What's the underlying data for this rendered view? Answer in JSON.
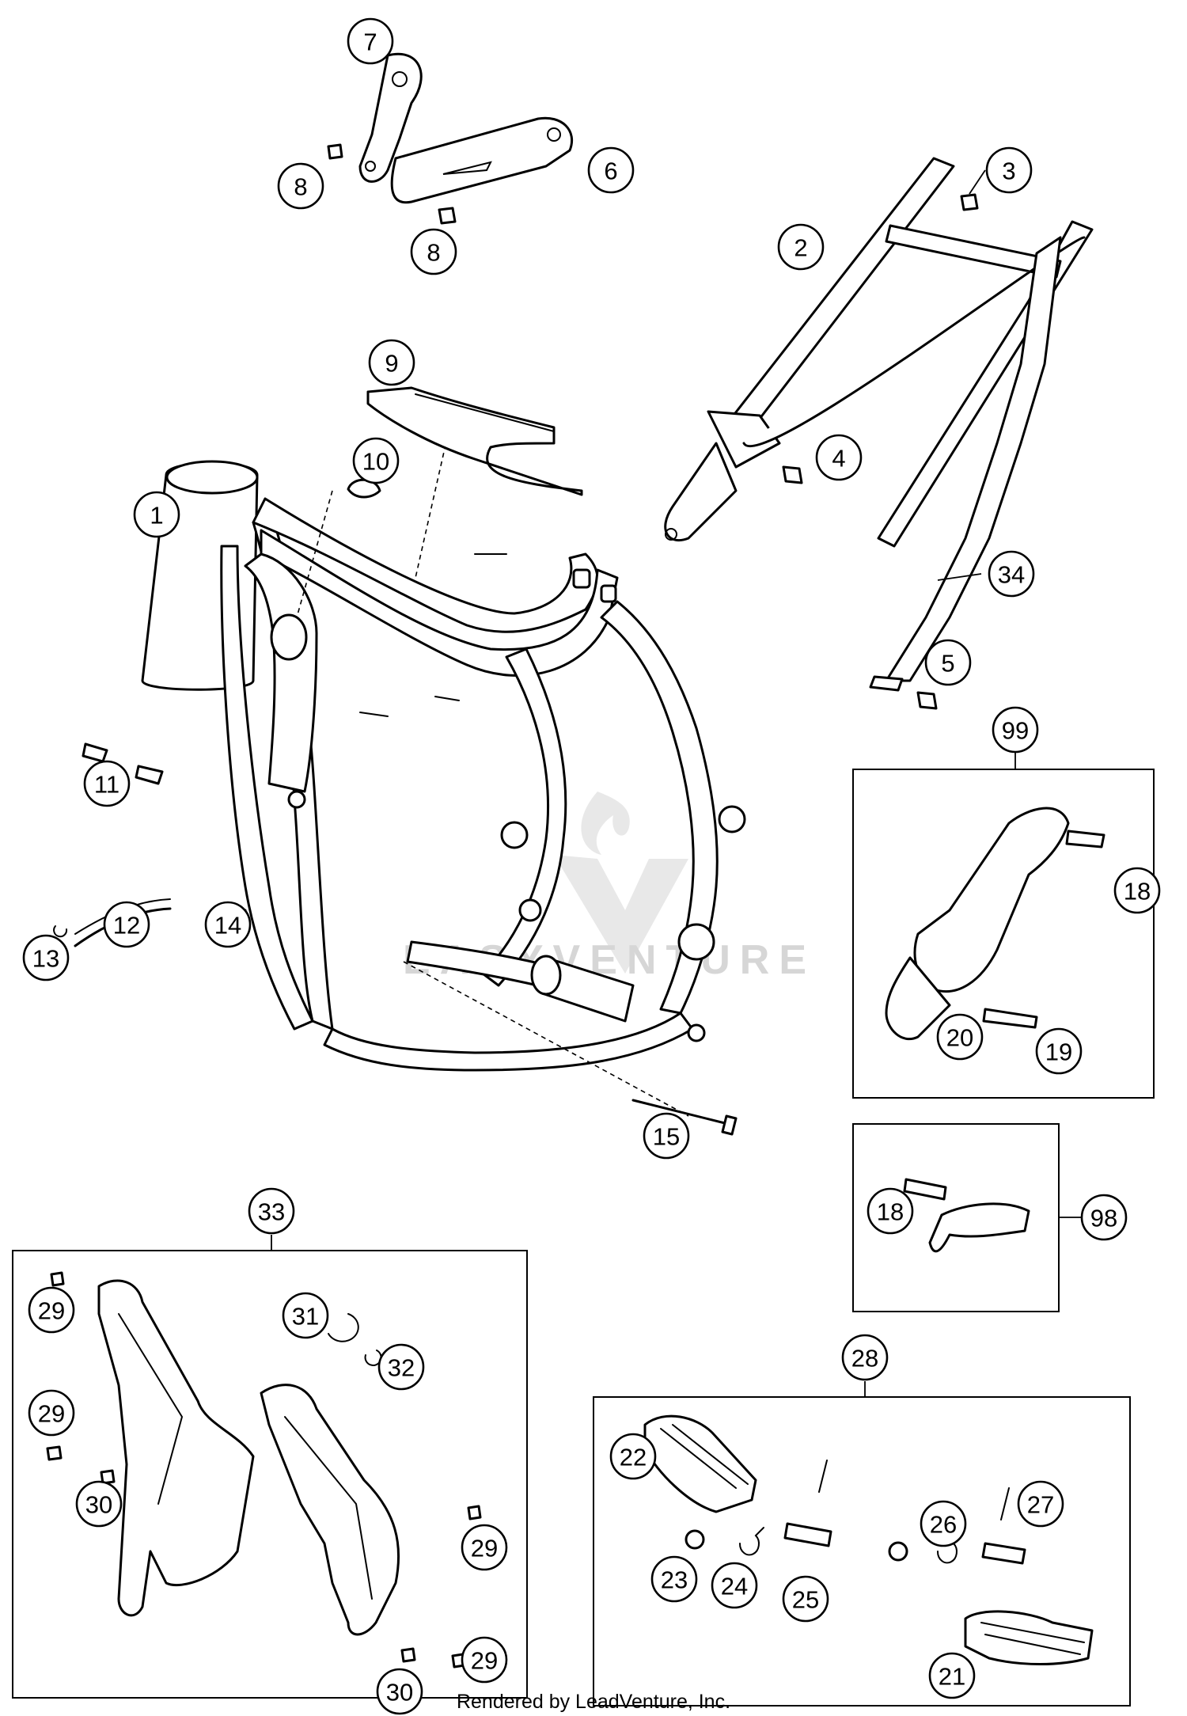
{
  "callouts": [
    {
      "label": "1"
    },
    {
      "label": "2"
    },
    {
      "label": "3"
    },
    {
      "label": "4"
    },
    {
      "label": "5"
    },
    {
      "label": "6"
    },
    {
      "label": "7"
    },
    {
      "label": "8"
    },
    {
      "label": "8"
    },
    {
      "label": "9"
    },
    {
      "label": "10"
    },
    {
      "label": "11"
    },
    {
      "label": "12"
    },
    {
      "label": "13"
    },
    {
      "label": "14"
    },
    {
      "label": "15"
    },
    {
      "label": "34"
    },
    {
      "label": "99"
    },
    {
      "label": "18"
    },
    {
      "label": "20"
    },
    {
      "label": "19"
    },
    {
      "label": "18"
    },
    {
      "label": "98"
    },
    {
      "label": "33"
    },
    {
      "label": "29"
    },
    {
      "label": "31"
    },
    {
      "label": "32"
    },
    {
      "label": "29"
    },
    {
      "label": "30"
    },
    {
      "label": "29"
    },
    {
      "label": "29"
    },
    {
      "label": "30"
    },
    {
      "label": "28"
    },
    {
      "label": "22"
    },
    {
      "label": "23"
    },
    {
      "label": "24"
    },
    {
      "label": "25"
    },
    {
      "label": "26"
    },
    {
      "label": "27"
    },
    {
      "label": "21"
    }
  ],
  "watermark": "EASYVENTURE",
  "footer": "Rendered by LeadVenture, Inc."
}
